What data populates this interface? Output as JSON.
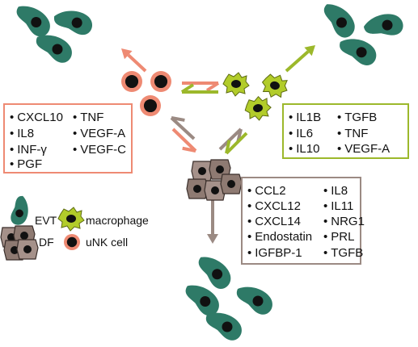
{
  "colors": {
    "evt": "#2e7a67",
    "unk_ring": "#ee8a73",
    "macrophage": "#b2cc2a",
    "df_cell": "#8e7a72",
    "df_cell_light": "#a5918a",
    "unk_arrow": "#ee8a73",
    "mac_arrow": "#9cb82b",
    "df_arrow": "#9b8a83",
    "nucleus": "#111111"
  },
  "unk_panel": {
    "items": [
      "CXCL10",
      "IL8",
      "INF-γ",
      "PGF",
      "TNF",
      "VEGF-A",
      "VEGF-C"
    ]
  },
  "mac_panel": {
    "items": [
      "IL1B",
      "IL6",
      "IL10",
      "TGFB",
      "TNF",
      "VEGF-A"
    ]
  },
  "df_panel": {
    "items": [
      "CCL2",
      "CXCL12",
      "CXCL14",
      "Endostatin",
      "IGFBP-1",
      "IL8",
      "IL11",
      "NRG1",
      "PRL",
      "TGFB"
    ]
  },
  "legend": {
    "evt": "EVT",
    "macrophage": "macrophage",
    "df": "DF",
    "unk": "uNK cell"
  }
}
